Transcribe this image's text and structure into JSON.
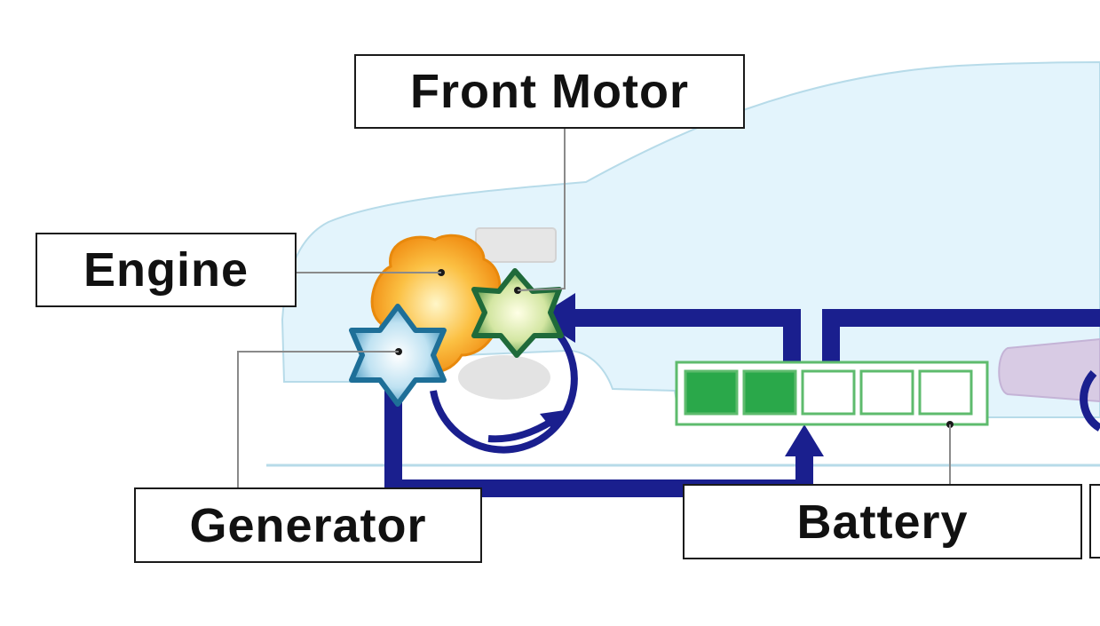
{
  "labels": {
    "front_motor": "Front Motor",
    "engine": "Engine",
    "generator": "Generator",
    "battery": "Battery"
  },
  "battery_indicator": {
    "segments_total": 5,
    "segments_filled": 2
  },
  "colors": {
    "car_body": "#e3f4fc",
    "car_outline": "#b7dbe9",
    "power_flow": "#1a1f8e",
    "engine": "#f6a21a",
    "generator": "#3a8fb5",
    "front_motor": "#2e7d45",
    "battery_fill": "#2aa84a",
    "battery_border": "#5ebb6d",
    "rear_unit": "#d6c8e2",
    "leader_line": "#8a8a8a"
  },
  "icons": [
    "engine-icon",
    "generator-gear-icon",
    "front-motor-gear-icon",
    "rotation-arrow-icon",
    "battery-icon"
  ]
}
